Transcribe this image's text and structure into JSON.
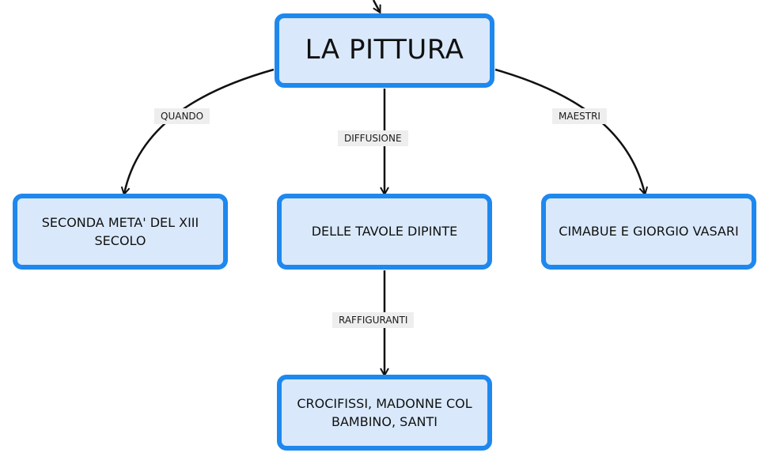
{
  "nodes": {
    "main": "LA PITTURA",
    "quando": "SECONDA META' DEL XIII SECOLO",
    "diffusione": "DELLE TAVOLE DIPINTE",
    "maestri": "CIMABUE E GIORGIO VASARI",
    "raffiguranti": "CROCIFISSI, MADONNE COL BAMBINO, SANTI"
  },
  "links": {
    "quando": "QUANDO",
    "diffusione": "DIFFUSIONE",
    "maestri": "MAESTRI",
    "raffiguranti": "RAFFIGURANTI"
  },
  "colors": {
    "node_fill": "#d9e9fb",
    "node_border": "#1e88ee",
    "line": "#111111",
    "label_bg": "#eeeeee"
  }
}
